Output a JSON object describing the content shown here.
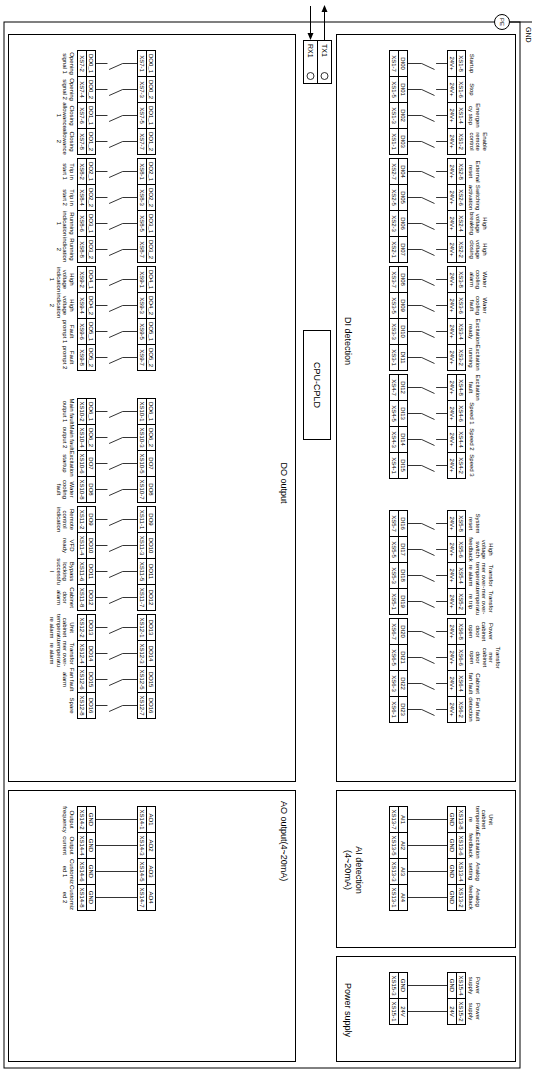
{
  "diagram": {
    "nodes": [
      {
        "text": [
          "PE"
        ]
      },
      {
        "text": [
          "RX1"
        ]
      },
      {
        "text": [
          "TX1"
        ]
      },
      {
        "text": [
          "DI detection"
        ]
      },
      {
        "text": [
          "XS1-8",
          "24V+"
        ],
        "in": 3
      },
      {
        "text": [
          "XS1-6",
          "24V+"
        ],
        "in": 3
      },
      {
        "text": [
          "XS1-4",
          "24V+"
        ],
        "in": 3
      },
      {
        "text": [
          "XS1-2",
          "24V+"
        ],
        "in": 3
      },
      {
        "text": [
          "XS1-7",
          "DI00"
        ],
        "in": 3
      },
      {
        "text": [
          "XS1-5",
          "DI01"
        ],
        "in": 3
      },
      {
        "text": [
          "XS1-3",
          "DI02"
        ],
        "in": 3
      },
      {
        "text": [
          "XS1-1",
          "DI03"
        ],
        "in": 3
      },
      {
        "text": [
          "XS2-8",
          "24V+"
        ],
        "in": 3
      },
      {
        "text": [
          "XS2-6",
          "24V+"
        ],
        "in": 3
      },
      {
        "text": [
          "XS2-4",
          "24V+"
        ],
        "in": 3
      },
      {
        "text": [
          "XS2-2",
          "24V+"
        ],
        "in": 3
      },
      {
        "text": [
          "XS2-7",
          "DI04"
        ],
        "in": 3
      },
      {
        "text": [
          "XS2-5",
          "DI05"
        ],
        "in": 3
      },
      {
        "text": [
          "XS2-3",
          "DI06"
        ],
        "in": 3
      },
      {
        "text": [
          "XS2-1",
          "DI07"
        ],
        "in": 3
      },
      {
        "text": [
          "XS3-8",
          "24V+"
        ],
        "in": 3
      },
      {
        "text": [
          "XS3-6",
          "24V+"
        ],
        "in": 3
      },
      {
        "text": [
          "XS3-4",
          "24V+"
        ],
        "in": 3
      },
      {
        "text": [
          "XS3-2",
          "24V+"
        ],
        "in": 3
      },
      {
        "text": [
          "XS3-7",
          "DI08"
        ],
        "in": 3
      },
      {
        "text": [
          "XS3-5",
          "DI09"
        ],
        "in": 3
      },
      {
        "text": [
          "XS3-3",
          "DI10"
        ],
        "in": 3
      },
      {
        "text": [
          "XS3-1",
          "DI11"
        ],
        "in": 3
      },
      {
        "text": [
          "XS4-8",
          "24V+"
        ],
        "in": 3
      },
      {
        "text": [
          "XS4-6",
          "24V+"
        ],
        "in": 3
      },
      {
        "text": [
          "XS4-4",
          "24V+"
        ],
        "in": 3
      },
      {
        "text": [
          "XS4-2",
          "24V+"
        ],
        "in": 3
      },
      {
        "text": [
          "XS4-7",
          "DI12"
        ],
        "in": 3
      },
      {
        "text": [
          "XS4-5",
          "DI13"
        ],
        "in": 3
      },
      {
        "text": [
          "XS4-3",
          "DI14"
        ],
        "in": 3
      },
      {
        "text": [
          "XS4-1",
          "DI15"
        ],
        "in": 3
      },
      {
        "text": [
          "XS5-8",
          "24V+"
        ],
        "in": 3
      },
      {
        "text": [
          "XS5-6",
          "24V+"
        ],
        "in": 3
      },
      {
        "text": [
          "XS5-4",
          "24V+"
        ],
        "in": 3
      },
      {
        "text": [
          "XS5-2",
          "24V+"
        ],
        "in": 3
      },
      {
        "text": [
          "XS5-7",
          "DI16"
        ],
        "in": 3
      },
      {
        "text": [
          "XS5-5",
          "DI17"
        ],
        "in": 3
      },
      {
        "text": [
          "XS5-3",
          "DI18"
        ],
        "in": 3
      },
      {
        "text": [
          "XS5-1",
          "DI19"
        ],
        "in": 3
      },
      {
        "text": [
          "XS6-8",
          "24V+"
        ],
        "in": 3
      },
      {
        "text": [
          "XS6-6",
          "24V+"
        ],
        "in": 3
      },
      {
        "text": [
          "XS6-4",
          "24V+"
        ],
        "in": 3
      },
      {
        "text": [
          "XS6-2",
          "24V+"
        ],
        "in": 3
      },
      {
        "text": [
          "XS6-7",
          "DI20"
        ],
        "in": 3
      },
      {
        "text": [
          "XS6-5",
          "DI21"
        ],
        "in": 3
      },
      {
        "text": [
          "XS6-3",
          "DI22"
        ],
        "in": 3
      },
      {
        "text": [
          "XS6-1",
          "DI23"
        ],
        "in": 3
      },
      {
        "text": [
          "AI detection (4~20mA)"
        ]
      },
      {
        "text": [
          "XS13-8",
          "GND"
        ],
        "in": 52
      },
      {
        "text": [
          "XS13-6",
          "GND"
        ],
        "in": 52
      },
      {
        "text": [
          "XS13-4",
          "GND"
        ],
        "in": 52
      },
      {
        "text": [
          "XS13-2",
          "GND"
        ],
        "in": 52
      },
      {
        "text": [
          "XS13-7",
          "AI1"
        ],
        "in": 52
      },
      {
        "text": [
          "XS13-5",
          "AI2"
        ],
        "in": 52
      },
      {
        "text": [
          "XS13-3",
          "AI3"
        ],
        "in": 52
      },
      {
        "text": [
          "XS13-1",
          "AI4"
        ],
        "in": 52
      },
      {
        "text": [
          "Power supply"
        ]
      },
      {
        "text": [
          "XS15-4",
          "GND"
        ],
        "in": 61
      },
      {
        "text": [
          "XS15-2",
          "24V"
        ],
        "in": 61
      },
      {
        "text": [
          "XS15-3",
          "GND"
        ],
        "in": 61
      },
      {
        "text": [
          "XS15-1",
          "24V"
        ],
        "in": 61
      },
      {
        "text": [
          "CPU-CPLD"
        ]
      },
      {
        "text": [
          "DO output"
        ]
      },
      {
        "text": [
          "XS7-2",
          "DO0_1"
        ],
        "in": 67
      },
      {
        "text": [
          "XS7-4",
          "DO0_2"
        ],
        "in": 67
      },
      {
        "text": [
          "XS7-6",
          "DO1_1"
        ],
        "in": 67
      },
      {
        "text": [
          "XS7-8",
          "DO1_2"
        ],
        "in": 67
      },
      {
        "text": [
          "XS7-1",
          "DO0_1"
        ],
        "in": 67
      },
      {
        "text": [
          "XS7-3",
          "DO0_2"
        ],
        "in": 67
      },
      {
        "text": [
          "XS7-5",
          "DO1_1"
        ],
        "in": 67
      },
      {
        "text": [
          "XS7-7",
          "DO1_2"
        ],
        "in": 67
      },
      {
        "text": [
          "XS8-2",
          "DO2_1"
        ],
        "in": 67
      },
      {
        "text": [
          "XS8-4",
          "DO2_2"
        ],
        "in": 67
      },
      {
        "text": [
          "XS8-6",
          "DO3_1"
        ],
        "in": 67
      },
      {
        "text": [
          "XS8-8",
          "DO3_2"
        ],
        "in": 67
      },
      {
        "text": [
          "XS8-1",
          "DO2_1"
        ],
        "in": 67
      },
      {
        "text": [
          "XS8-3",
          "DO2_2"
        ],
        "in": 67
      },
      {
        "text": [
          "XS8-5",
          "DO3_1"
        ],
        "in": 67
      },
      {
        "text": [
          "XS8-7",
          "DO3_2"
        ],
        "in": 67
      },
      {
        "text": [
          "XS9-2",
          "DO4_1"
        ],
        "in": 67
      },
      {
        "text": [
          "XS9-4",
          "DO4_2"
        ],
        "in": 67
      },
      {
        "text": [
          "XS9-6",
          "DO5_1"
        ],
        "in": 67
      },
      {
        "text": [
          "XS9-8",
          "DO5_2"
        ],
        "in": 67
      },
      {
        "text": [
          "XS9-1",
          "DO4_1"
        ],
        "in": 67
      },
      {
        "text": [
          "XS9-3",
          "DO4_2"
        ],
        "in": 67
      },
      {
        "text": [
          "XS9-5",
          "DO5_1"
        ],
        "in": 67
      },
      {
        "text": [
          "XS9-7",
          "DO5_2"
        ],
        "in": 67
      },
      {
        "text": [
          "XS10-2",
          "DO6_1"
        ],
        "in": 67
      },
      {
        "text": [
          "XS10-4",
          "DO6_2"
        ],
        "in": 67
      },
      {
        "text": [
          "XS10-6",
          "DO7"
        ],
        "in": 67
      },
      {
        "text": [
          "XS10-8",
          "DO8"
        ],
        "in": 67
      },
      {
        "text": [
          "XS10-1",
          "DO6_1"
        ],
        "in": 67
      },
      {
        "text": [
          "XS10-3",
          "DO6_2"
        ],
        "in": 67
      },
      {
        "text": [
          "XS10-5",
          "DO7"
        ],
        "in": 67
      },
      {
        "text": [
          "XS10-7",
          "DO8"
        ],
        "in": 67
      },
      {
        "text": [
          "XS11-2",
          "DO9"
        ],
        "in": 67
      },
      {
        "text": [
          "XS11-4",
          "DO10"
        ],
        "in": 67
      },
      {
        "text": [
          "XS11-6",
          "DO11"
        ],
        "in": 67
      },
      {
        "text": [
          "XS11-8",
          "DO12"
        ],
        "in": 67
      },
      {
        "text": [
          "XS11-1",
          "DO9"
        ],
        "in": 67
      },
      {
        "text": [
          "XS11-3",
          "DO10"
        ],
        "in": 67
      },
      {
        "text": [
          "XS11-5",
          "DO11"
        ],
        "in": 67
      },
      {
        "text": [
          "XS11-7",
          "DO12"
        ],
        "in": 67
      },
      {
        "text": [
          "XS12-2",
          "DO13"
        ],
        "in": 67
      },
      {
        "text": [
          "XS12-4",
          "DO14"
        ],
        "in": 67
      },
      {
        "text": [
          "XS12-6",
          "DO15"
        ],
        "in": 67
      },
      {
        "text": [
          "XS12-8",
          "DO16"
        ],
        "in": 67
      },
      {
        "text": [
          "XS12-1",
          "DO13"
        ],
        "in": 67
      },
      {
        "text": [
          "XS12-3",
          "DO14"
        ],
        "in": 67
      },
      {
        "text": [
          "XS12-5",
          "DO15"
        ],
        "in": 67
      },
      {
        "text": [
          "XS12-7",
          "DO16"
        ],
        "in": 67
      },
      {
        "text": [
          "AO output(4~20mA)"
        ]
      },
      {
        "text": [
          "XS14-2",
          "GND"
        ],
        "in": 116
      },
      {
        "text": [
          "XS14-4",
          "GND"
        ],
        "in": 116
      },
      {
        "text": [
          "XS14-6",
          "GND"
        ],
        "in": 116
      },
      {
        "text": [
          "XS14-8",
          "GND"
        ],
        "in": 116
      },
      {
        "text": [
          "XS14-1",
          "AO1"
        ],
        "in": 116
      },
      {
        "text": [
          "XS14-3",
          "AO2"
        ],
        "in": 116
      },
      {
        "text": [
          "XS14-5",
          "AO3"
        ],
        "in": 116
      },
      {
        "text": [
          "XS14-7",
          "AO4"
        ],
        "in": 116
      }
    ],
    "edges": [
      {
        "from": 8,
        "to": 4,
        "arrow": "none"
      },
      {
        "from": 9,
        "to": 5,
        "arrow": "none"
      },
      {
        "from": 10,
        "to": 6,
        "arrow": "none"
      },
      {
        "from": 11,
        "to": 7,
        "arrow": "none"
      },
      {
        "from": 16,
        "to": 12,
        "arrow": "none"
      },
      {
        "from": 17,
        "to": 13,
        "arrow": "none"
      },
      {
        "from": 18,
        "to": 14,
        "arrow": "none"
      },
      {
        "from": 19,
        "to": 15,
        "arrow": "none"
      },
      {
        "from": 24,
        "to": 20,
        "arrow": "none"
      },
      {
        "from": 25,
        "to": 21,
        "arrow": "none"
      },
      {
        "from": 26,
        "to": 22,
        "arrow": "none"
      },
      {
        "from": 27,
        "to": 23,
        "arrow": "none"
      },
      {
        "from": 32,
        "to": 28,
        "arrow": "none"
      },
      {
        "from": 33,
        "to": 29,
        "arrow": "none"
      },
      {
        "from": 34,
        "to": 30,
        "arrow": "none"
      },
      {
        "from": 35,
        "to": 31,
        "arrow": "none"
      },
      {
        "from": 40,
        "to": 36,
        "arrow": "none"
      },
      {
        "from": 41,
        "to": 37,
        "arrow": "none"
      },
      {
        "from": 42,
        "to": 38,
        "arrow": "none"
      },
      {
        "from": 43,
        "to": 39,
        "arrow": "none"
      },
      {
        "from": 48,
        "to": 44,
        "arrow": "none"
      },
      {
        "from": 49,
        "to": 45,
        "arrow": "none"
      },
      {
        "from": 50,
        "to": 46,
        "arrow": "none"
      },
      {
        "from": 51,
        "to": 47,
        "arrow": "none"
      },
      {
        "from": 57,
        "to": 53,
        "arrow": "none"
      },
      {
        "from": 58,
        "to": 54,
        "arrow": "none"
      },
      {
        "from": 59,
        "to": 55,
        "arrow": "none"
      },
      {
        "from": 60,
        "to": 56,
        "arrow": "none"
      },
      {
        "from": 64,
        "to": 62,
        "arrow": "none"
      },
      {
        "from": 65,
        "to": 63,
        "arrow": "none"
      },
      {
        "from": 72,
        "to": 68,
        "arrow": "none"
      },
      {
        "from": 73,
        "to": 69,
        "arrow": "none"
      },
      {
        "from": 74,
        "to": 70,
        "arrow": "none"
      },
      {
        "from": 75,
        "to": 71,
        "arrow": "none"
      },
      {
        "from": 80,
        "to": 76,
        "arrow": "none"
      },
      {
        "from": 81,
        "to": 77,
        "arrow": "none"
      },
      {
        "from": 82,
        "to": 78,
        "arrow": "none"
      },
      {
        "from": 83,
        "to": 79,
        "arrow": "none"
      },
      {
        "from": 88,
        "to": 84,
        "arrow": "none"
      },
      {
        "from": 89,
        "to": 85,
        "arrow": "none"
      },
      {
        "from": 90,
        "to": 86,
        "arrow": "none"
      },
      {
        "from": 91,
        "to": 87,
        "arrow": "none"
      },
      {
        "from": 96,
        "to": 92,
        "arrow": "none"
      },
      {
        "from": 97,
        "to": 93,
        "arrow": "none"
      },
      {
        "from": 98,
        "to": 94,
        "arrow": "none"
      },
      {
        "from": 99,
        "to": 95,
        "arrow": "none"
      },
      {
        "from": 104,
        "to": 100,
        "arrow": "none"
      },
      {
        "from": 105,
        "to": 101,
        "arrow": "none"
      },
      {
        "from": 106,
        "to": 102,
        "arrow": "none"
      },
      {
        "from": 107,
        "to": 103,
        "arrow": "none"
      },
      {
        "from": 112,
        "to": 108,
        "arrow": "none"
      },
      {
        "from": 113,
        "to": 109,
        "arrow": "none"
      },
      {
        "from": 114,
        "to": 110,
        "arrow": "none"
      },
      {
        "from": 115,
        "to": 111,
        "arrow": "none"
      },
      {
        "from": 121,
        "to": 117,
        "arrow": "none"
      },
      {
        "from": 122,
        "to": 118,
        "arrow": "none"
      },
      {
        "from": 123,
        "to": 119,
        "arrow": "none"
      },
      {
        "from": 124,
        "to": 120,
        "arrow": "none"
      }
    ],
    "labels": [
      "GND",
      "Startup",
      "Stop",
      "Emergency stop",
      "Enable remote control",
      "External reset",
      "Switching activation",
      "High voltage breaking",
      "High voltage closing",
      "Water cooling alarm",
      "Water cooling fault",
      "Excitation ready",
      "Excitation running",
      "Excitation fault",
      "Speed 1",
      "Speed 2",
      "Speed 3",
      "System reset",
      "High voltage switch feedback",
      "Transformer over-temperature alarm",
      "Transformer over-temperature trip",
      "Power cabinet door open",
      "Transformer cabinet door open",
      "Cabinet fan fault",
      "Fan fault detection",
      "Unit cabinet temperature",
      "Excitation feedback",
      "Analog setting",
      "Analog feedback",
      "Power supply",
      "Power supply",
      "Opening signal 1",
      "Opening signal 2",
      "Closing allowance 1",
      "Closing allowance 2",
      "Trip in start 1",
      "Trip in start 2",
      "Running indication 1",
      "Running indication 2",
      "High voltage indication 1",
      "High voltage indication 2",
      "Fault prompt 1",
      "Fault prompt 2",
      "Main fault output 1",
      "Main fault output 2",
      "Excitation startup",
      "Water cooling fault",
      "Remote control indication",
      "VFD ready",
      "Bypass locking successful",
      "Cabinet door alarm",
      "Unit cabinet temperature alarm",
      "Transformer over-temperature alarm",
      "Fan fault alarm",
      "Spare",
      "Output frequency",
      "Output current",
      "Customized 1",
      "Customized 2"
    ]
  }
}
